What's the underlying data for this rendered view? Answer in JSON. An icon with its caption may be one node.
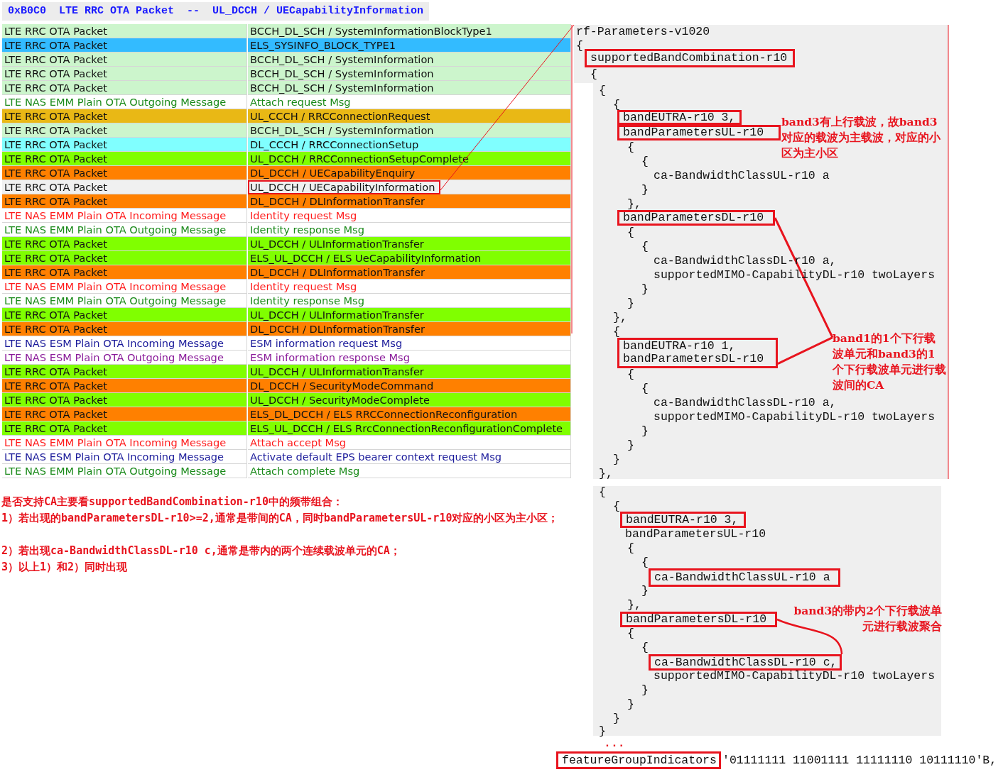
{
  "diagram": {
    "title": "0xB0C0  LTE RRC OTA Packet  --  UL_DCCH / UECapabilityInformation",
    "nodes": [
      {
        "text": [
          "UL_DCCH / UECapabilityInformation"
        ]
      },
      {
        "text": [],
        "shape": "box"
      },
      {
        "text": [
          "supportedBandCombination-r10"
        ],
        "in": 1
      },
      {
        "text": [
          "bandEUTRA-r10 3,"
        ],
        "in": 1
      },
      {
        "text": [
          "bandParametersUL-r10"
        ],
        "in": 1
      },
      {
        "text": [
          "bandParametersDL-r10"
        ],
        "in": 1
      },
      {
        "text": [
          "bandEUTRA-r10 1, bandParametersDL-r10"
        ],
        "in": 1
      },
      {
        "text": [
          "band1的1个下行载波单元和band3的1个下行载波单元进行载波间的CA"
        ],
        "in": 1
      },
      {
        "text": [],
        "shape": "box"
      },
      {
        "text": [
          "bandEUTRA-r10 3,"
        ],
        "in": 8
      },
      {
        "text": [
          "ca-BandwidthClassUL-r10 a"
        ],
        "in": 8
      },
      {
        "text": [
          "bandParametersDL-r10"
        ],
        "in": 8
      },
      {
        "text": [
          "ca-BandwidthClassDL-r10 c,"
        ],
        "in": 8
      },
      {
        "text": [
          "featureGroupIndicators"
        ]
      }
    ],
    "edges": [
      {
        "from": 0,
        "to": 1,
        "arrow": "none"
      },
      {
        "from": 5,
        "to": 7,
        "arrow": "none"
      },
      {
        "from": 6,
        "to": 7,
        "arrow": "none"
      },
      {
        "from": 11,
        "to": 12,
        "arrow": "none"
      }
    ],
    "labels": [
      "LTE RRC OTA Packet",
      "BCCH_DL_SCH / SystemInformationBlockType1",
      "LTE RRC OTA Packet",
      "ELS_SYSINFO_BLOCK_TYPE1",
      "LTE RRC OTA Packet",
      "BCCH_DL_SCH / SystemInformation",
      "LTE RRC OTA Packet",
      "BCCH_DL_SCH / SystemInformation",
      "LTE RRC OTA Packet",
      "BCCH_DL_SCH / SystemInformation",
      "LTE NAS EMM Plain OTA Outgoing Message",
      "Attach request Msg",
      "LTE RRC OTA Packet",
      "UL_CCCH / RRCConnectionRequest",
      "LTE RRC OTA Packet",
      "BCCH_DL_SCH / SystemInformation",
      "LTE RRC OTA Packet",
      "DL_CCCH / RRCConnectionSetup",
      "LTE RRC OTA Packet",
      "UL_DCCH / RRCConnectionSetupComplete",
      "LTE RRC OTA Packet",
      "DL_DCCH / UECapabilityEnquiry",
      "LTE RRC OTA Packet",
      "LTE RRC OTA Packet",
      "DL_DCCH / DLInformationTransfer",
      "LTE NAS EMM Plain OTA Incoming Message",
      "Identity request Msg",
      "LTE NAS EMM Plain OTA Outgoing Message",
      "Identity response Msg",
      "LTE RRC OTA Packet",
      "UL_DCCH / ULInformationTransfer",
      "LTE RRC OTA Packet",
      "ELS_UL_DCCH / ELS UeCapabilityInformation",
      "LTE RRC OTA Packet",
      "DL_DCCH / DLInformationTransfer",
      "LTE NAS EMM Plain OTA Incoming Message",
      "Identity request Msg",
      "LTE NAS EMM Plain OTA Outgoing Message",
      "Identity response Msg",
      "LTE RRC OTA Packet",
      "UL_DCCH / ULInformationTransfer",
      "LTE RRC OTA Packet",
      "DL_DCCH / DLInformationTransfer",
      "LTE NAS ESM Plain OTA Incoming Message",
      "ESM information request Msg",
      "LTE NAS ESM Plain OTA Outgoing Message",
      "ESM information response Msg",
      "LTE RRC OTA Packet",
      "UL_DCCH / ULInformationTransfer",
      "LTE RRC OTA Packet",
      "DL_DCCH / SecurityModeCommand",
      "LTE RRC OTA Packet",
      "UL_DCCH / SecurityModeComplete",
      "LTE RRC OTA Packet",
      "ELS_DL_DCCH / ELS RRCConnectionReconfiguration",
      "LTE RRC OTA Packet",
      "ELS_UL_DCCH / ELS RrcConnectionReconfigurationComplete",
      "LTE NAS EMM Plain OTA Incoming Message",
      "Attach accept Msg",
      "LTE NAS ESM Plain OTA Incoming Message",
      "Activate default EPS bearer context request Msg",
      "LTE NAS EMM Plain OTA Outgoing Message",
      "Attach complete Msg",
      "rf-Parameters-v1020",
      "{",
      "{",
      "{",
      "{",
      "band3有上行载波，故band3对应的载波为主载波，对应的小区为主小区",
      "{",
      "{",
      "ca-BandwidthClassUL-r10 a",
      "}",
      "},",
      "{",
      "{",
      "ca-BandwidthClassDL-r10 a,",
      "supportedMIMO-CapabilityDL-r10 twoLayers",
      "}",
      "}",
      "},",
      "{",
      "{",
      "{",
      "ca-BandwidthClassDL-r10 a,",
      "supportedMIMO-CapabilityDL-r10 twoLayers",
      "}",
      "}",
      "}",
      "},",
      "是否支持CA主要看supportedBandCombination-r10中的频带组合：",
      "1）若出现的bandParametersDL-r10>=2,通常是带间的CA，同时bandParametersUL-r10对应的小区为主小区；",
      "2）若出现ca-BandwidthClassDL-r10 c,通常是带内的两个连续载波单元的CA；",
      "3）以上1）和2）同时出现",
      "{",
      "{",
      "bandParametersUL-r10",
      "{",
      "{",
      "}",
      "},",
      "band3的带内2个下行载波单元进行载波聚合",
      "{",
      "{",
      "supportedMIMO-CapabilityDL-r10 twoLayers",
      "}",
      "}",
      "}",
      "}",
      "...",
      "'01111111 11001111 11111110 10111110'B,"
    ]
  }
}
